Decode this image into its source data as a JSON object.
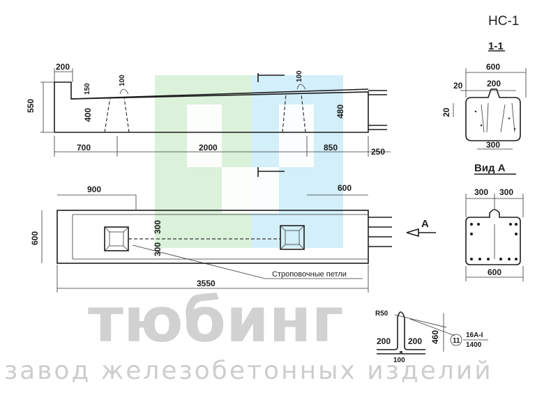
{
  "sheet": {
    "code": "НС-1"
  },
  "section_1_1": {
    "label": "1-1",
    "dims": {
      "top_width": "600",
      "left_step": "20",
      "neck": "200",
      "side_step": "20",
      "bottom": "300"
    }
  },
  "view_a": {
    "label": "Вид А",
    "dims": {
      "left": "300",
      "right": "300",
      "width": "600"
    }
  },
  "side_view": {
    "dims": {
      "step_width": "200",
      "height": "550",
      "step_height": "150",
      "inner_height": "400",
      "loop_h_left": "100",
      "loop_h_right": "100",
      "right_height": "480",
      "seg_a": "700",
      "seg_b": "2000",
      "seg_c": "850",
      "seg_d": "250"
    }
  },
  "plan_view": {
    "dims": {
      "offset": "900",
      "offset_right": "600",
      "width": "600",
      "loop_y": "300",
      "loop_x": "300",
      "length": "3550"
    },
    "callout": "Строповочные петли",
    "arrow_label": "A"
  },
  "loop_detail": {
    "radius": "R50",
    "left": "200",
    "right": "200",
    "height": "460",
    "base": "100",
    "mark_no": "11",
    "rebar": "16A-I",
    "length": "1400"
  },
  "watermark": {
    "brand": "тюбинг",
    "subtitle": "завод железобетонных изделий"
  }
}
